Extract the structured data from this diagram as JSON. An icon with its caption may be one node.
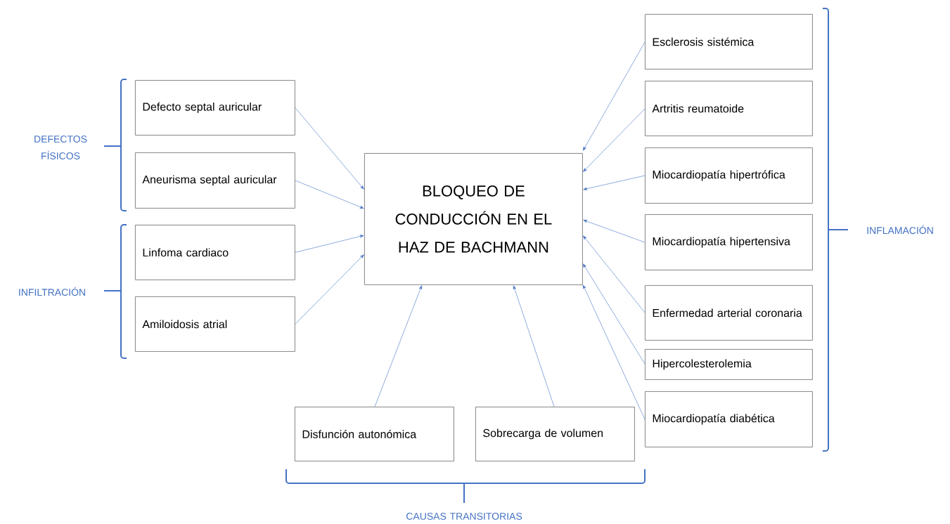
{
  "diagram": {
    "nodes": [
      {
        "text": [
          "BLOQUEO DE CONDUCCIÓN EN EL HAZ DE BACHMANN"
        ]
      },
      {
        "text": [
          "Defecto septal auricular"
        ]
      },
      {
        "text": [
          "Aneurisma septal auricular"
        ]
      },
      {
        "text": [
          "Linfoma cardiaco"
        ]
      },
      {
        "text": [
          "Amiloidosis atrial"
        ]
      },
      {
        "text": [
          "Disfunción autonómica"
        ]
      },
      {
        "text": [
          "Sobrecarga de volumen"
        ]
      },
      {
        "text": [
          "Esclerosis sistémica"
        ]
      },
      {
        "text": [
          "Artritis reumatoide"
        ]
      },
      {
        "text": [
          "Miocardiopatía hipertrófica"
        ]
      },
      {
        "text": [
          "Miocardiopatía hipertensiva"
        ]
      },
      {
        "text": [
          "Enfermedad arterial coronaria"
        ]
      },
      {
        "text": [
          "Hipercolesterolemia"
        ]
      },
      {
        "text": [
          "Miocardiopatía diabética"
        ]
      }
    ],
    "edges": [
      {
        "from": 1,
        "to": 0,
        "arrow": "to"
      },
      {
        "from": 2,
        "to": 0,
        "arrow": "to"
      },
      {
        "from": 3,
        "to": 0,
        "arrow": "to"
      },
      {
        "from": 4,
        "to": 0,
        "arrow": "to"
      },
      {
        "from": 5,
        "to": 0,
        "arrow": "to"
      },
      {
        "from": 6,
        "to": 0,
        "arrow": "to"
      },
      {
        "from": 7,
        "to": 0,
        "arrow": "to"
      },
      {
        "from": 8,
        "to": 0,
        "arrow": "to"
      },
      {
        "from": 9,
        "to": 0,
        "arrow": "to"
      },
      {
        "from": 10,
        "to": 0,
        "arrow": "to"
      },
      {
        "from": 11,
        "to": 0,
        "arrow": "to"
      },
      {
        "from": 12,
        "to": 0,
        "arrow": "to"
      },
      {
        "from": 13,
        "to": 0,
        "arrow": "to"
      }
    ],
    "labels": [
      "DEFECTOS FÍSICOS",
      "INFLAMACIÓN",
      "INFILTRACIÓN",
      "CAUSAS TRANSITORIAS"
    ]
  }
}
